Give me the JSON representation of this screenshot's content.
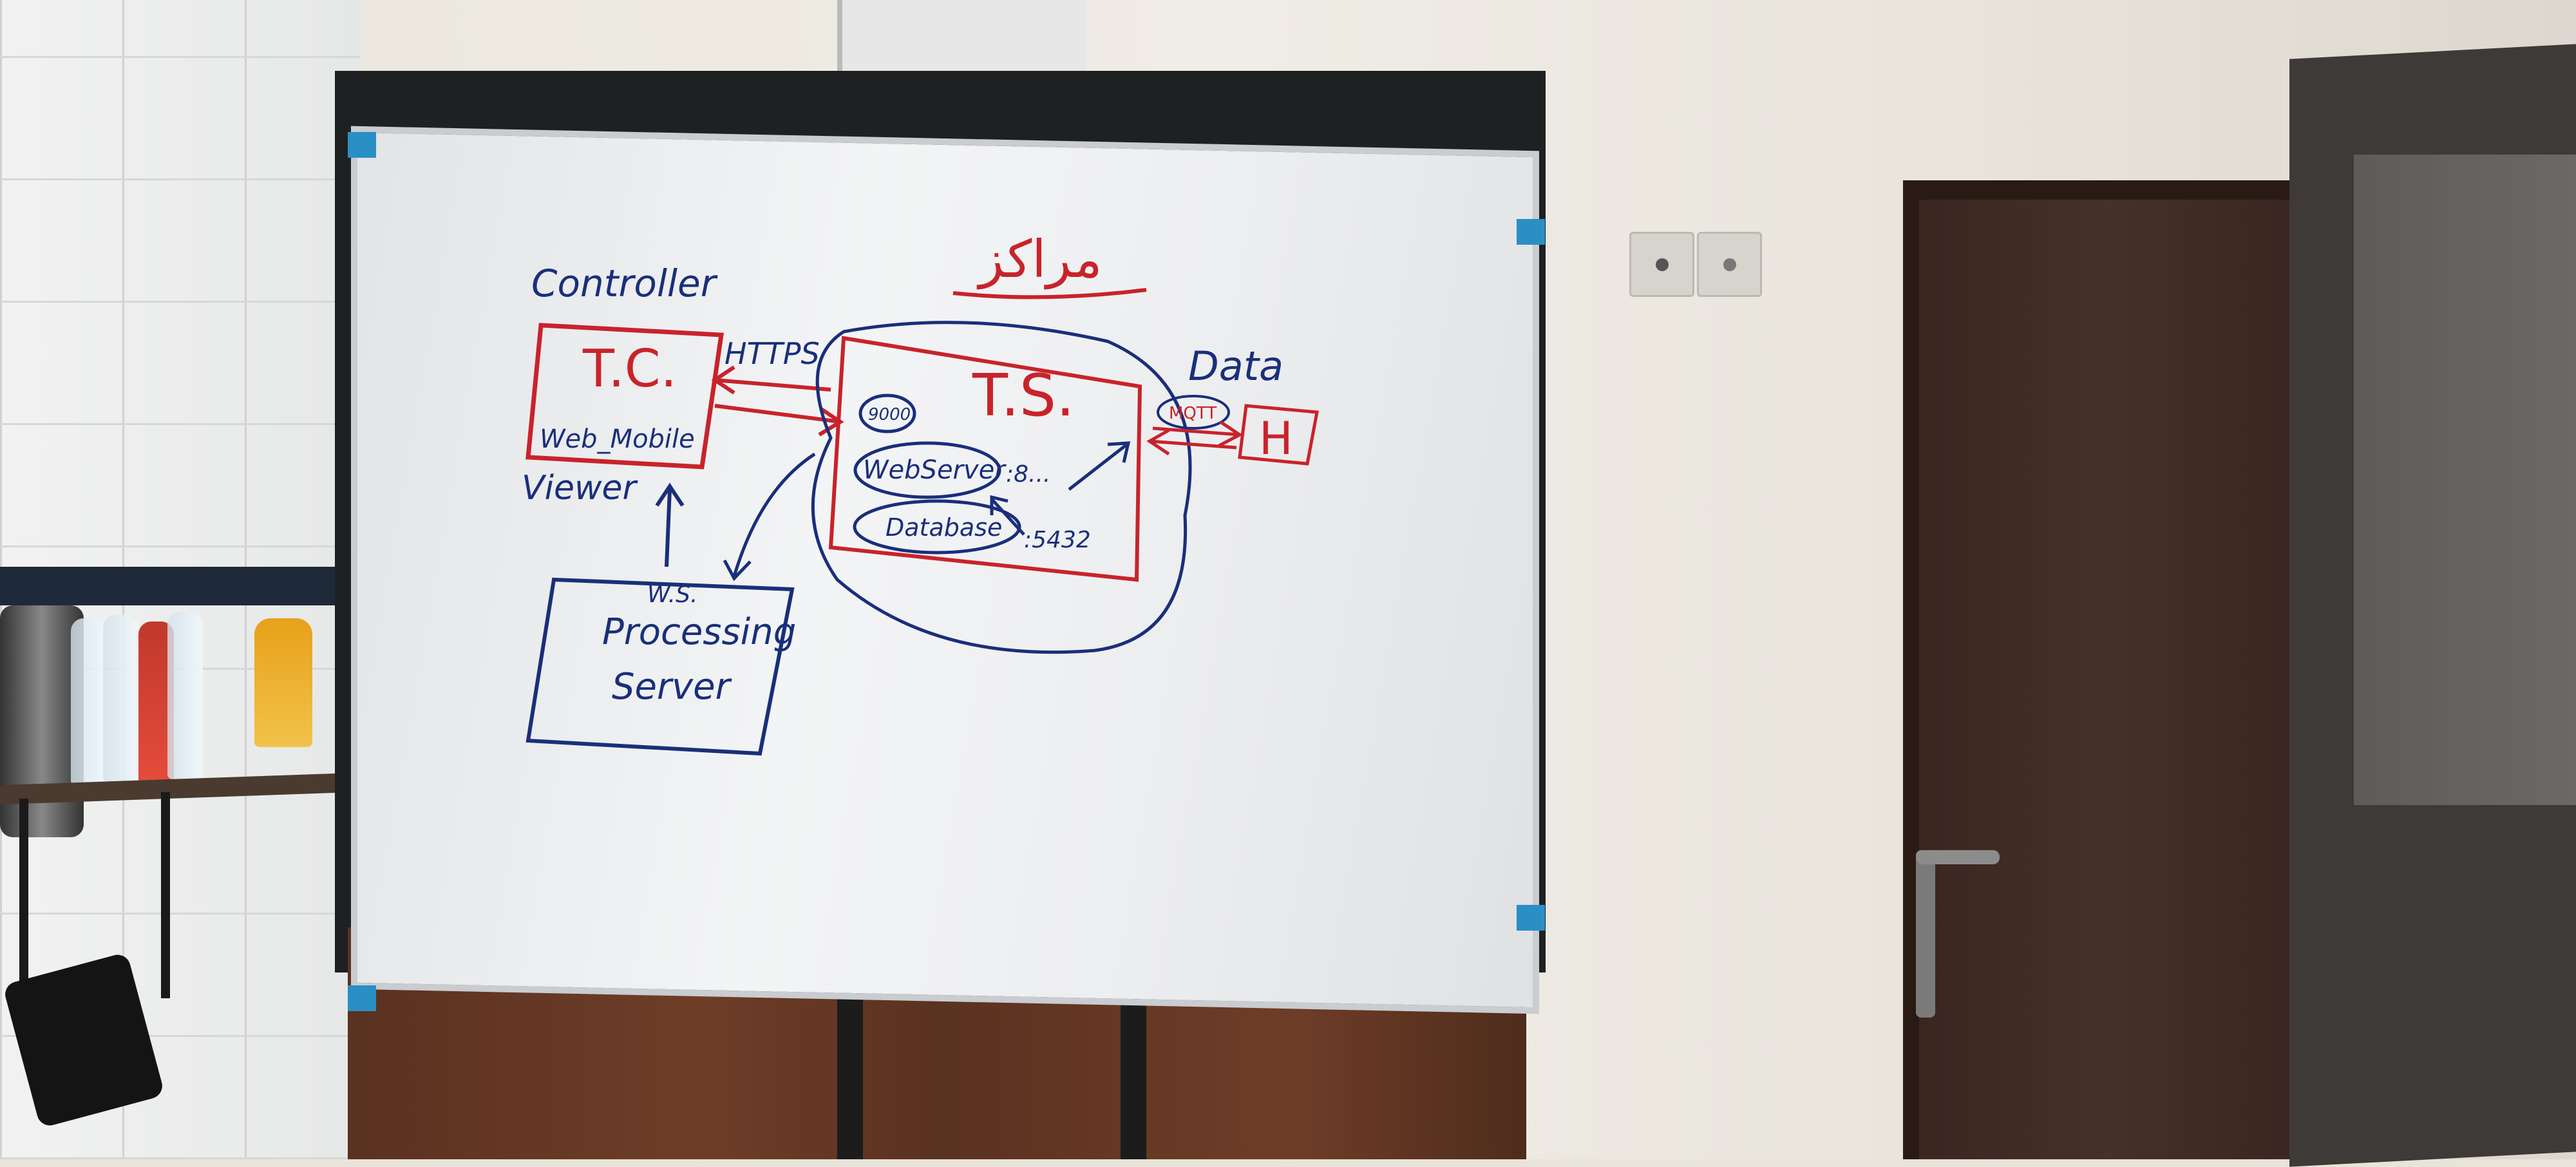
{
  "whiteboard": {
    "title_persian": "مراکز",
    "controller_label": "Controller",
    "tc_label": "T.C.",
    "web_mobile_label": "Web_Mobile",
    "viewer_label": "Viewer",
    "https_label": "HTTPS",
    "ts_label": "T.S.",
    "port_9000": "9000",
    "webserver_label": "WebServer",
    "port_8000": ":8...",
    "database_label": "Database",
    "port_5432": ":5432",
    "data_label": "Data",
    "mqtt_label": "MQTT",
    "h_label": "H",
    "ws_label": "W.S.",
    "processing_label": "Processing",
    "server_label": "Server"
  },
  "colors": {
    "ink_blue": "#1a2f7a",
    "ink_red": "#c8232b",
    "board_corner": "#2a8fc4"
  }
}
